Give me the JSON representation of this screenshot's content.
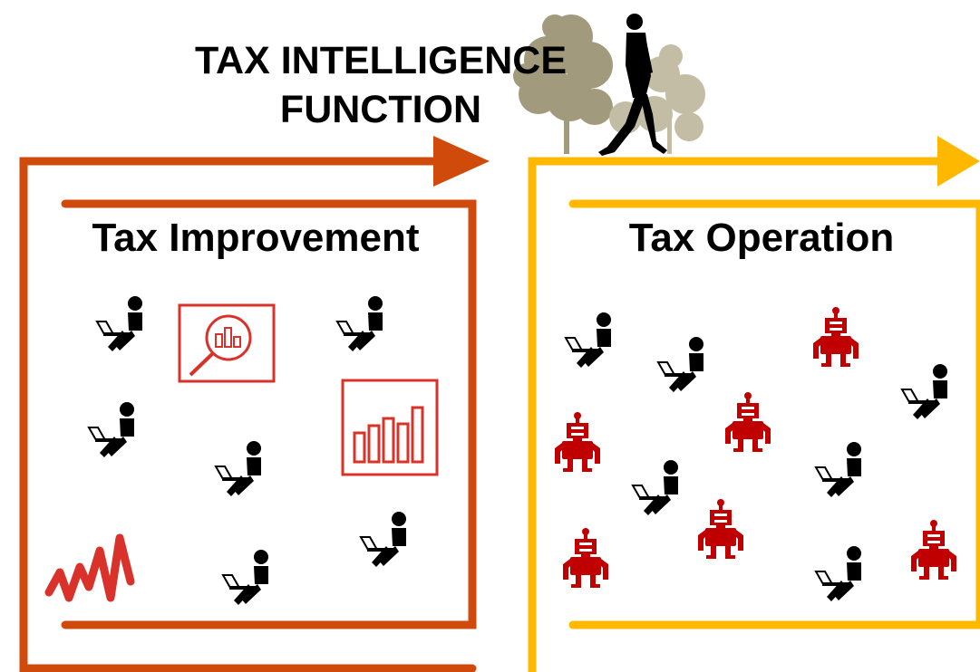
{
  "title": {
    "line1": "TAX INTELLIGENCE",
    "line2": "FUNCTION"
  },
  "panels": {
    "left": {
      "label": "Tax Improvement"
    },
    "right": {
      "label": "Tax Operation"
    }
  },
  "colors": {
    "left_frame": "#d04a0c",
    "right_frame": "#ffb800",
    "icon_red": "#d9322a",
    "robot_red": "#c00000",
    "person": "#000000",
    "tree": "#a19a7c"
  },
  "icons": {
    "worker": "person-at-laptop-icon",
    "robot": "robot-icon",
    "analysis": "magnifier-chart-icon",
    "bar_chart": "bar-chart-icon",
    "waveform": "waveform-icon",
    "walker": "walking-man-icon",
    "trees": "tree-icon"
  }
}
